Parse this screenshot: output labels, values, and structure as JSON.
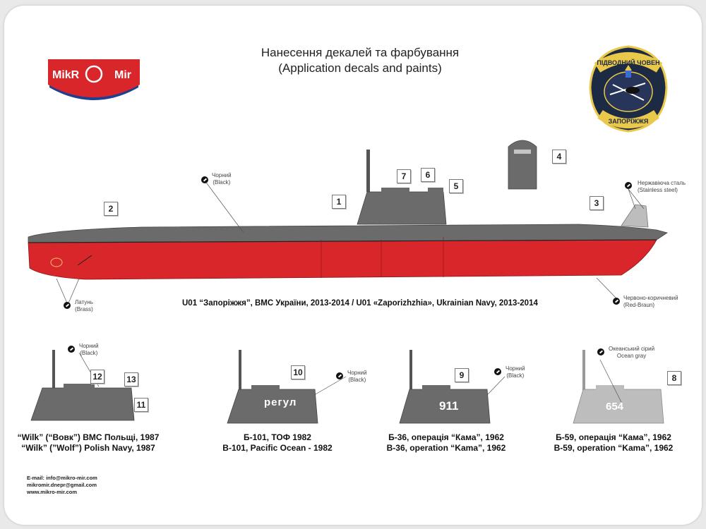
{
  "brand": {
    "logo_text_left": "MikR",
    "logo_text_right": "Mir",
    "logo_mark": "O"
  },
  "title": {
    "line1": "Нанесення декалей та фарбування",
    "line2": "(Application decals and paints)"
  },
  "patch": {
    "top_text": "ПІДВОДНИЙ ЧОВЕН",
    "bottom_text": "ЗАПОРІЖЖЯ"
  },
  "main_caption": "U01 “Запоріжжя”, ВМС України, 2013-2014 / U01 «Zaporizhzhia», Ukrainian Navy, 2013-2014",
  "paint_notes": {
    "black": {
      "ua": "Чорний",
      "en": "(Black)"
    },
    "stainless": {
      "ua": "Нержавіюча сталь",
      "en": "(Stainless steel)"
    },
    "brass": {
      "ua": "Латунь",
      "en": "(Brass)"
    },
    "red_brown": {
      "ua": "Червоно-коричневий",
      "en": "(Red-Braun)"
    },
    "ocean_gray": {
      "ua": "Океанський сірий",
      "en": "Ocean gray"
    }
  },
  "callouts": [
    "1",
    "2",
    "3",
    "4",
    "5",
    "6",
    "7",
    "8",
    "9",
    "10",
    "11",
    "12",
    "13"
  ],
  "variants": [
    {
      "line1": "“Wilk” (“Вовк”) ВМС Польщі, 1987",
      "line2": "“Wilk” (”Wolf”) Polish Navy, 1987"
    },
    {
      "line1": "Б-101, ТОФ 1982",
      "line2": "B-101, Pacific Ocean - 1982",
      "hull_text": "регул"
    },
    {
      "line1": "Б-36, операція “Кама”, 1962",
      "line2": "B-36, operation “Kama”, 1962",
      "hull_text": "911"
    },
    {
      "line1": "Б-59, операція “Кама”, 1962",
      "line2": "B-59, operation “Kama”, 1962",
      "hull_text": "654"
    }
  ],
  "contact": {
    "email": "E-mail: info@mikro-mir.com",
    "email2": "mikromir.dnepr@gmail.com",
    "web": "www.mikro-mir.com"
  },
  "colors": {
    "hull_gray": "#6b6b6b",
    "hull_red": "#d9262b",
    "ocean_gray": "#bdbdbd",
    "logo_red": "#d9262b",
    "logo_blue": "#1f3f8f"
  }
}
